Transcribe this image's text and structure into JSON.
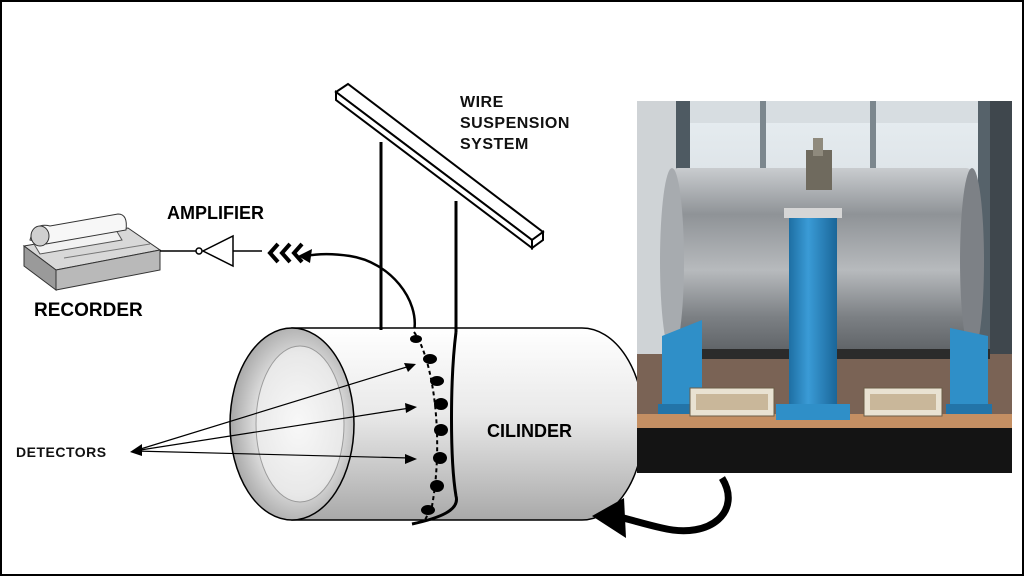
{
  "labels": {
    "wire_suspension_line1": "WIRE",
    "wire_suspension_line2": "SUSPENSION",
    "wire_suspension_line3": "SYSTEM",
    "amplifier": "AMPLIFIER",
    "recorder": "RECORDER",
    "detectors": "DETECTORS",
    "cylinder": "CILINDER"
  },
  "colors": {
    "frame": "#000000",
    "stand_blue": "#2f8fc8",
    "cylinder_metal": "#9a9ea2",
    "table_top": "#b9835a"
  },
  "photo": {
    "subject": "photo of metal cylinder on blue stand"
  }
}
